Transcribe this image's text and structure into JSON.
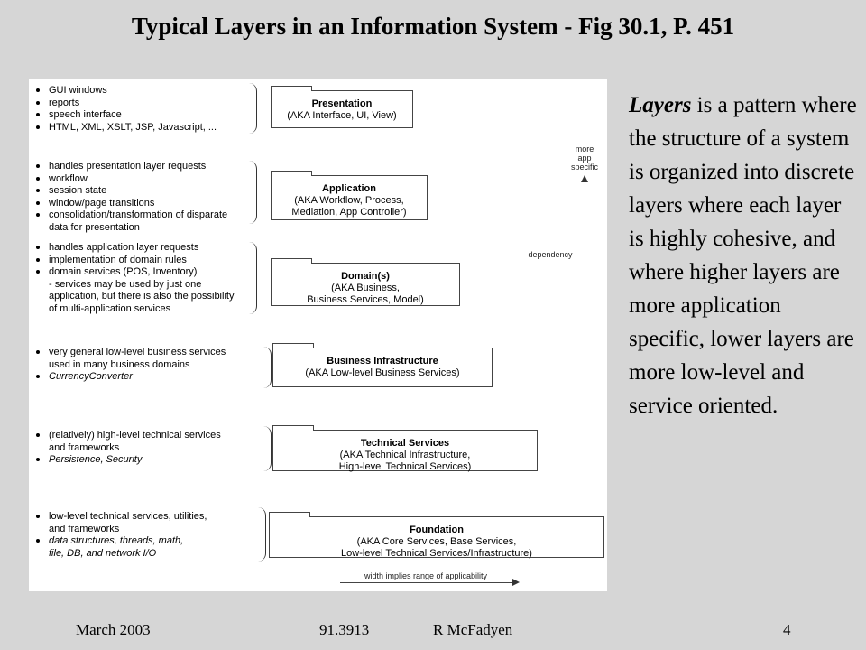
{
  "title": "Typical Layers in an Information System - Fig 30.1, P. 451",
  "figure": {
    "layers": [
      {
        "name": "Presentation",
        "aka": [
          "(AKA Interface, UI, View)"
        ],
        "bullets": [
          {
            "text": "GUI windows",
            "style": "normal"
          },
          {
            "text": "reports",
            "style": "normal"
          },
          {
            "text": "speech interface",
            "style": "normal"
          },
          {
            "text": "HTML, XML, XSLT, JSP, Javascript, ...",
            "style": "normal"
          }
        ]
      },
      {
        "name": "Application",
        "aka": [
          "(AKA Workflow, Process,",
          "Mediation, App Controller)"
        ],
        "bullets": [
          {
            "text": "handles presentation layer requests",
            "style": "normal"
          },
          {
            "text": "workflow",
            "style": "normal"
          },
          {
            "text": "session state",
            "style": "normal"
          },
          {
            "text": "window/page transitions",
            "style": "normal"
          },
          {
            "text": "consolidation/transformation of disparate",
            "style": "normal"
          },
          {
            "text": "data for presentation",
            "style": "cont"
          }
        ]
      },
      {
        "name": "Domain(s)",
        "aka": [
          "(AKA Business,",
          "Business Services, Model)"
        ],
        "bullets": [
          {
            "text": "handles application layer requests",
            "style": "normal"
          },
          {
            "text": "implementation of domain rules",
            "style": "normal"
          },
          {
            "text": "domain services (POS, Inventory)",
            "style": "normal"
          },
          {
            "text": "- services may be used by just one",
            "style": "cont"
          },
          {
            "text": "application, but there is also the possibility",
            "style": "cont"
          },
          {
            "text": "of multi-application services",
            "style": "cont"
          }
        ]
      },
      {
        "name": "Business Infrastructure",
        "aka": [
          "(AKA Low-level Business Services)"
        ],
        "bullets": [
          {
            "text": "very general low-level business services",
            "style": "normal"
          },
          {
            "text": "used in many business domains",
            "style": "cont"
          },
          {
            "text": "CurrencyConverter",
            "style": "italic"
          }
        ]
      },
      {
        "name": "Technical Services",
        "aka": [
          "(AKA Technical Infrastructure,",
          "High-level Technical Services)"
        ],
        "bullets": [
          {
            "text": "(relatively) high-level technical services",
            "style": "normal"
          },
          {
            "text": "and frameworks",
            "style": "cont"
          },
          {
            "text": "Persistence, Security",
            "style": "italic"
          }
        ]
      },
      {
        "name": "Foundation",
        "aka": [
          "(AKA Core Services, Base Services,",
          "Low-level Technical Services/Infrastructure)"
        ],
        "bullets": [
          {
            "text": "low-level technical services, utilities,",
            "style": "normal"
          },
          {
            "text": "and frameworks",
            "style": "cont"
          },
          {
            "text": "data structures, threads, math,",
            "style": "italic"
          },
          {
            "text": "file, DB, and network I/O",
            "style": "italic-cont"
          }
        ]
      }
    ],
    "more_app_specific": [
      "more",
      "app",
      "specific"
    ],
    "dependency_label": "dependency",
    "width_label": "width implies range of applicability"
  },
  "description": {
    "emphasis": "Layers",
    "rest": " is a pattern where the structure of a system is organized into discrete layers where each layer is highly cohesive, and where higher layers are more application specific, lower layers are more low-level and service oriented."
  },
  "footer": {
    "date": "March 2003",
    "course": "91.3913",
    "author": "R McFadyen",
    "page": "4"
  }
}
